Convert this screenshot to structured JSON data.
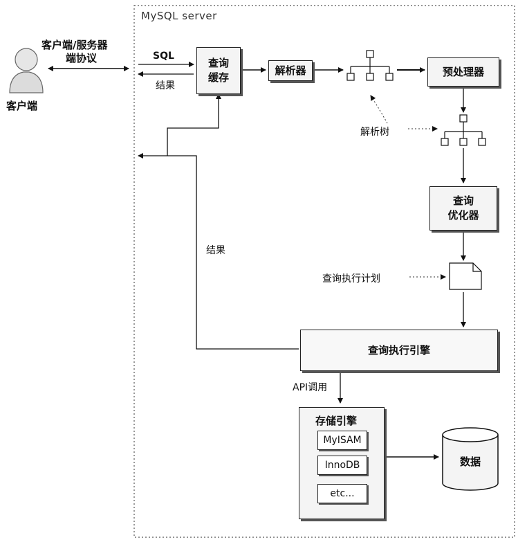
{
  "server": {
    "title": "MySQL server"
  },
  "client": {
    "label": "客户端",
    "protocol_line1": "客户端/服务器",
    "protocol_line2": "端协议"
  },
  "flow": {
    "sql_label": "SQL",
    "result_label_top": "结果",
    "result_label_mid": "结果",
    "api_label": "API调用",
    "parse_tree_label": "解析树",
    "exec_plan_label": "查询执行计划"
  },
  "boxes": {
    "query_cache": "查询\n缓存",
    "parser": "解析器",
    "preprocessor": "预处理器",
    "optimizer": "查询\n优化器",
    "execution_engine": "查询执行引擎",
    "storage_engine": "存储引擎"
  },
  "storage_engines": [
    "MyISAM",
    "InnoDB",
    "etc..."
  ],
  "data_store": {
    "label": "数据"
  }
}
